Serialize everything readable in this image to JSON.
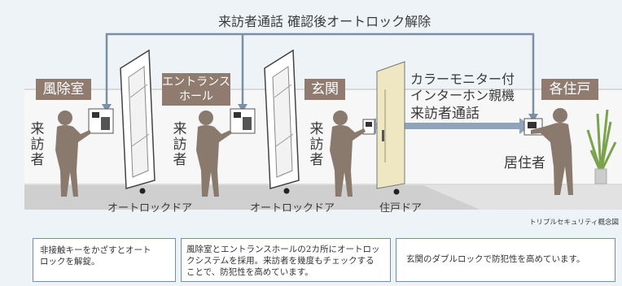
{
  "top_label": "来訪者通話 確認後オートロック解除",
  "rooms": {
    "fuujoshitsu": "風除室",
    "entrance_line1": "エントランス",
    "entrance_line2": "ホール",
    "genkan": "玄関",
    "kaku_juko": "各住戸"
  },
  "intercom_label": {
    "line1": "カラーモニター付",
    "line2": "インターホン親機",
    "line3": "来訪者通話"
  },
  "visitor_labels": [
    "来",
    "訪",
    "者"
  ],
  "resident_label": "居住者",
  "doors": {
    "autolock_1": "オートロックドア",
    "autolock_2": "オートロックドア",
    "unit_door": "住戸ドア"
  },
  "concept_caption": "トリプルセキュリティ概念図",
  "descriptions": [
    {
      "line1": "非接触キーをかざすとオート",
      "line2": "ロックを解錠。"
    },
    {
      "line1": "風除室とエントランスホールの2カ所にオートロッ",
      "line2": "クシステムを採用。来訪者を幾度もチェックする",
      "line3": "ことで、防犯性を高めています。"
    },
    {
      "line1": "玄関のダブルロックで防犯性を高めています。"
    }
  ],
  "colors": {
    "arrow": "#7b8fa6",
    "room_label_bg": "#8f7b70",
    "silhouette": "#8a7a6e",
    "box_border": "#6f8fb1"
  }
}
